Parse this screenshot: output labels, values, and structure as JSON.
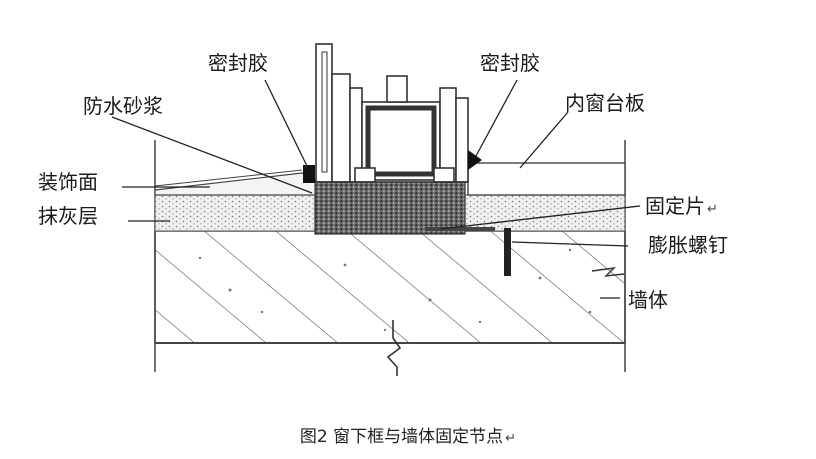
{
  "labels": {
    "sealant_left": "密封胶",
    "sealant_right": "密封胶",
    "waterproof_mortar": "防水砂浆",
    "inner_sill_board": "内窗台板",
    "finish_surface": "装饰面",
    "fixing_plate": "固定片",
    "plaster_layer": "抹灰层",
    "expansion_bolt": "膨胀螺钉",
    "wall": "墙体"
  },
  "return_mark": "↵",
  "caption": "图2  窗下框与墙体固定节点"
}
